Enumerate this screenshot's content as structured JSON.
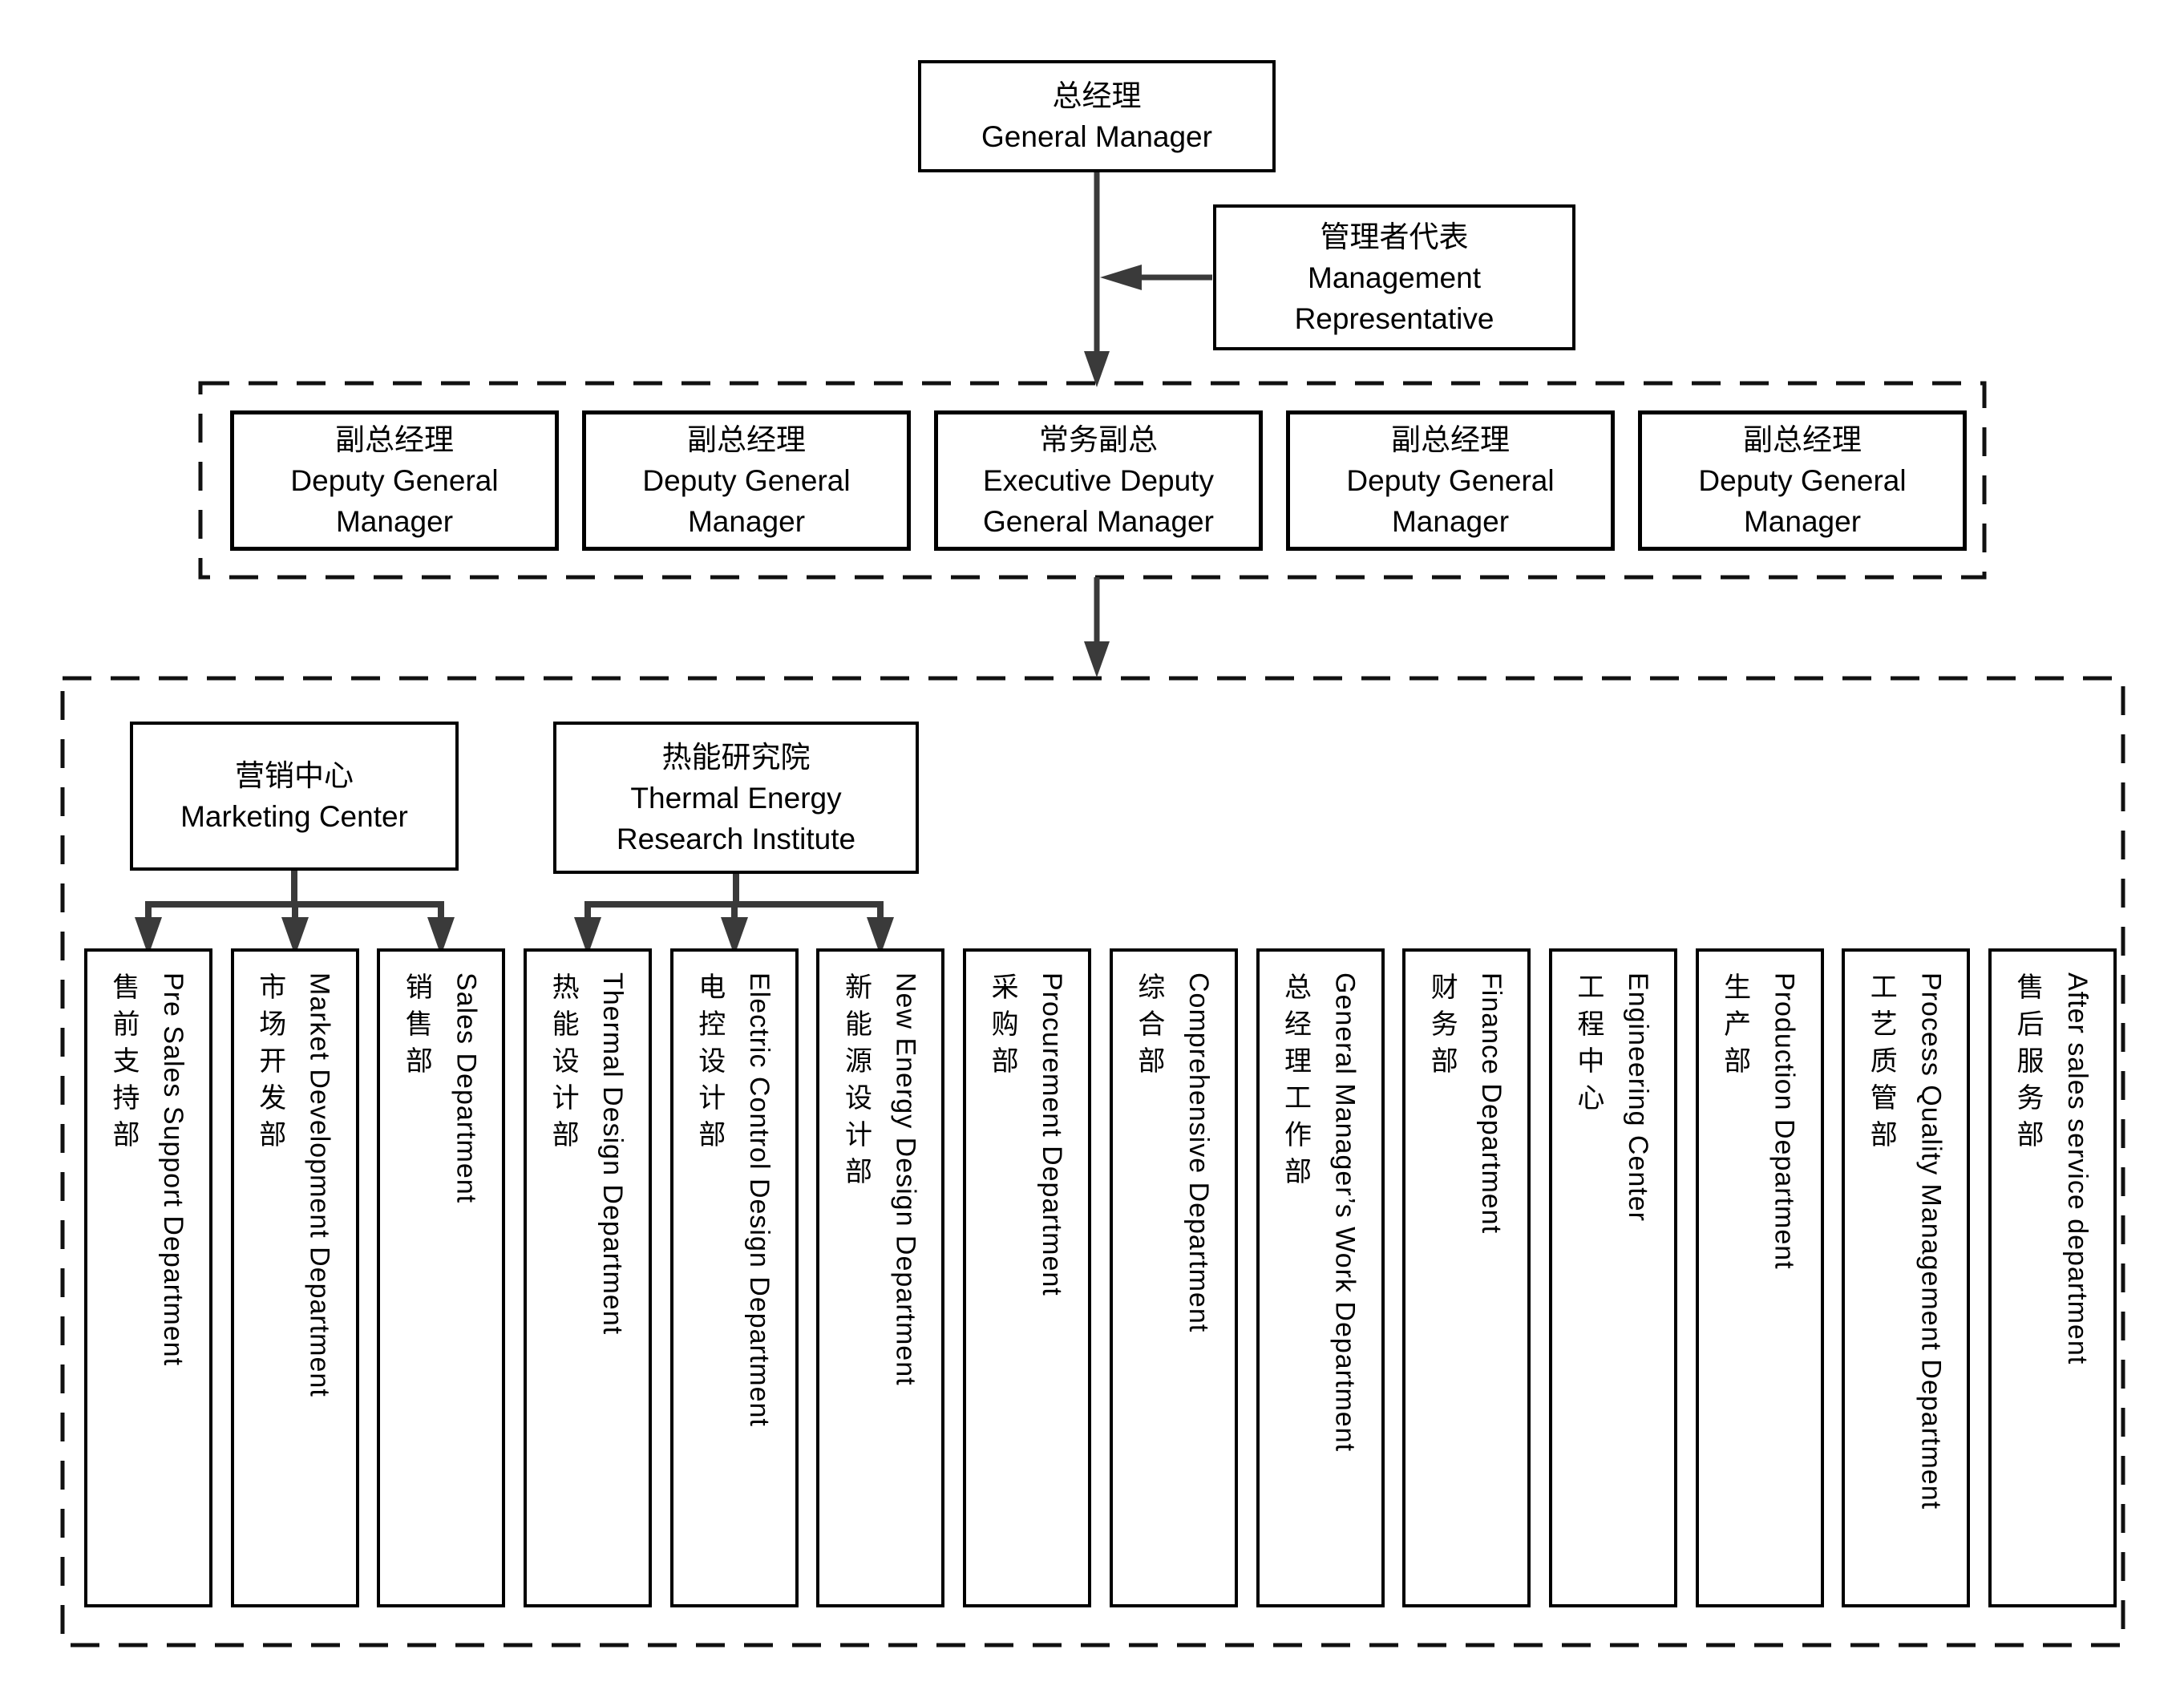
{
  "colors": {
    "background": "#ffffff",
    "box_border": "#000000",
    "dashed_border": "#111111",
    "connector": "#3a3a3a",
    "text": "#000000"
  },
  "top": {
    "general_manager": {
      "zh": "总经理",
      "en": "General Manager"
    },
    "management_representative": {
      "zh": "管理者代表",
      "en_lines": [
        "Management",
        "Representative"
      ]
    }
  },
  "middle_row": {
    "boxes": [
      {
        "zh": "副总经理",
        "en": "Deputy General Manager"
      },
      {
        "zh": "副总经理",
        "en": "Deputy General Manager"
      },
      {
        "zh": "常务副总",
        "en": "Executive Deputy General Manager"
      },
      {
        "zh": "副总经理",
        "en": "Deputy General Manager"
      },
      {
        "zh": "副总经理",
        "en": "Deputy General Manager"
      }
    ]
  },
  "groups": {
    "marketing_center": {
      "zh": "营销中心",
      "en": "Marketing Center"
    },
    "thermal_institute": {
      "zh": "热能研究院",
      "en_lines": [
        "Thermal Energy",
        "Research Institute"
      ]
    }
  },
  "departments": [
    {
      "zh": "售前支持部",
      "en": "Pre Sales Support Department"
    },
    {
      "zh": "市场开发部",
      "en": "Market Development Department"
    },
    {
      "zh": "销售部",
      "en": "Sales Department"
    },
    {
      "zh": "热能设计部",
      "en": "Thermal Design Department"
    },
    {
      "zh": "电控设计部",
      "en": "Electric Control Design Department"
    },
    {
      "zh": "新能源设计部",
      "en": "New Energy Design Department"
    },
    {
      "zh": "采购部",
      "en": "Procurement Department"
    },
    {
      "zh": "综合部",
      "en": "Comprehensive Department"
    },
    {
      "zh": "总经理工作部",
      "en": "General Manager’s Work Department"
    },
    {
      "zh": "财务部",
      "en": "Finance Department"
    },
    {
      "zh": "工程中心",
      "en": "Engineering Center"
    },
    {
      "zh": "生产部",
      "en": "Production Department"
    },
    {
      "zh": "工艺质管部",
      "en": "Process Quality Management Department"
    },
    {
      "zh": "售后服务部",
      "en": "After sales service department"
    }
  ]
}
